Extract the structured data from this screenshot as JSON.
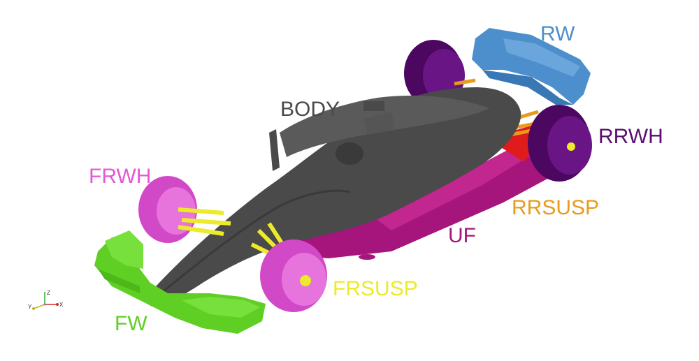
{
  "labels": {
    "rw": "RW",
    "body": "BODY",
    "rrwh": "RRWH",
    "frwh": "FRWH",
    "rrsusp": "RRSUSP",
    "uf": "UF",
    "frsusp": "FRSUSP",
    "fw": "FW"
  },
  "axes": {
    "z": "Z",
    "y": "Y",
    "x": "X"
  },
  "colors": {
    "rw": "#4d8fcc",
    "body": "#4a4a4a",
    "rrwh": "#5b0d72",
    "frwh": "#e159d6",
    "rrsusp": "#e89b1c",
    "uf": "#a5157c",
    "frsusp": "#ecea2a",
    "fw": "#5fcf24",
    "floor_red": "#e01b1b"
  }
}
